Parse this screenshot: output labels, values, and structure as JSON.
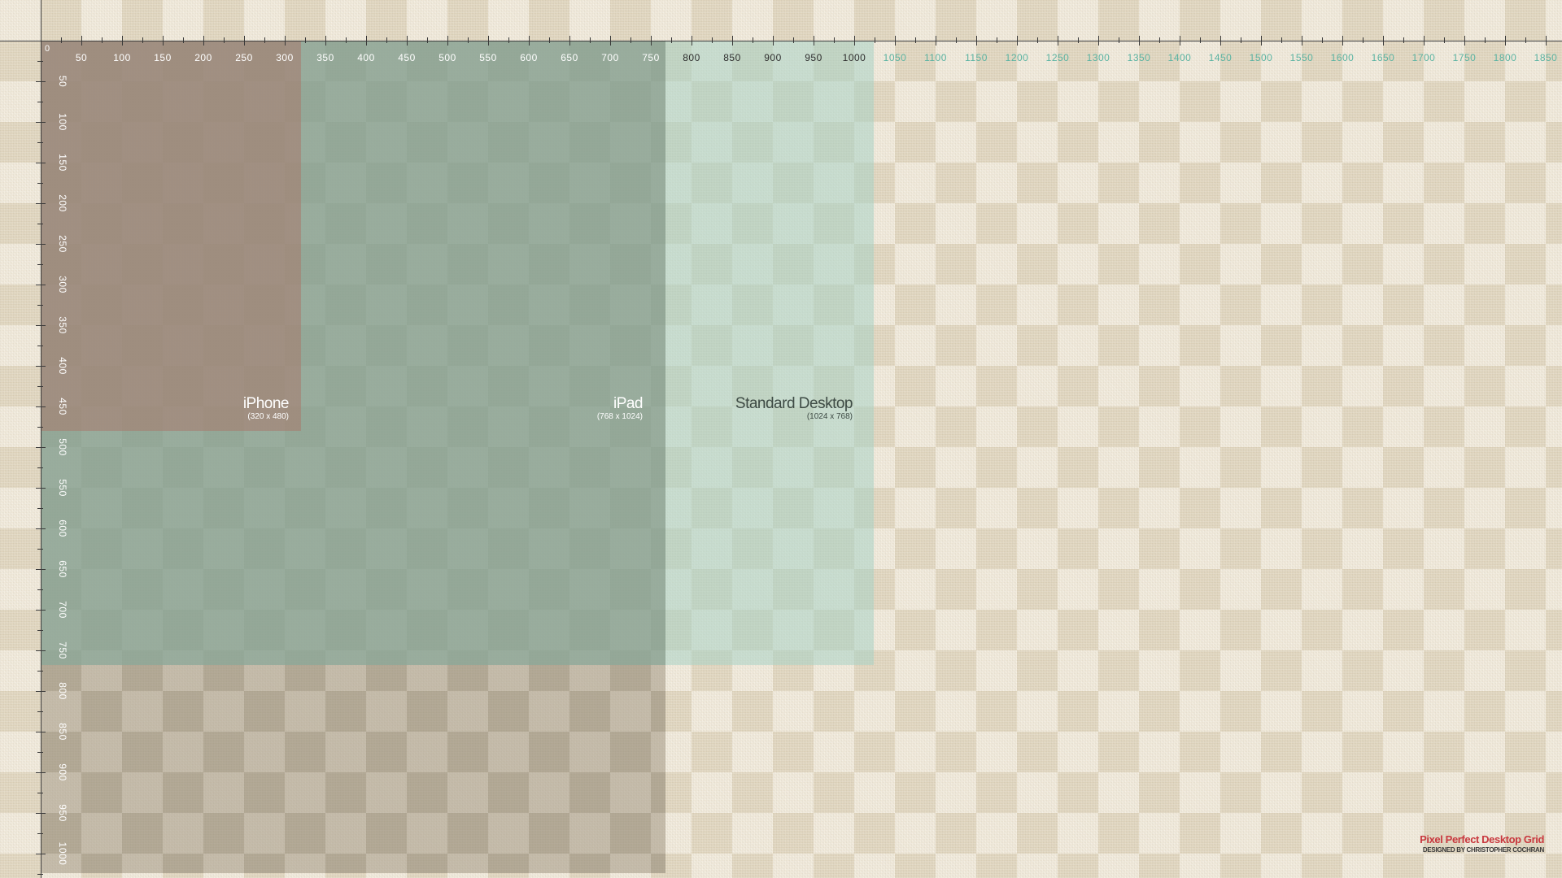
{
  "rulers": {
    "origin_label": "0",
    "x_labels": [
      "50",
      "100",
      "150",
      "200",
      "250",
      "300",
      "350",
      "400",
      "450",
      "500",
      "550",
      "600",
      "650",
      "700",
      "750",
      "800",
      "850",
      "900",
      "950",
      "1000",
      "1050",
      "1100",
      "1150",
      "1200",
      "1250",
      "1300",
      "1350",
      "1400",
      "1450",
      "1500",
      "1550",
      "1600",
      "1650",
      "1700",
      "1750",
      "1800",
      "1850"
    ],
    "y_labels": [
      "50",
      "100",
      "150",
      "200",
      "250",
      "300",
      "350",
      "400",
      "450",
      "500",
      "550",
      "600",
      "650",
      "700",
      "750",
      "800",
      "850",
      "900",
      "950",
      "1000"
    ],
    "colors": {
      "inside_label": "#ffffff",
      "desktop_label": "#2e2e2e",
      "outside_label": "#5ab3a2"
    }
  },
  "devices": [
    {
      "id": "iphone",
      "name": "iPhone",
      "dimensions": "(320 x 480)"
    },
    {
      "id": "ipad",
      "name": "iPad",
      "dimensions": "(768 x 1024)"
    },
    {
      "id": "desktop",
      "name": "Standard Desktop",
      "dimensions": "(1024 x 768)"
    }
  ],
  "footer": {
    "title": "Pixel Perfect Desktop Grid",
    "credit": "DESIGNED BY CHRISTOPHER COCHRAN"
  },
  "colors": {
    "background": "#efe7d6",
    "iphone": "#a8786c",
    "ipad": "#8a9a88",
    "desktop": "#a8d2c4",
    "footer_title": "#c8383e"
  }
}
